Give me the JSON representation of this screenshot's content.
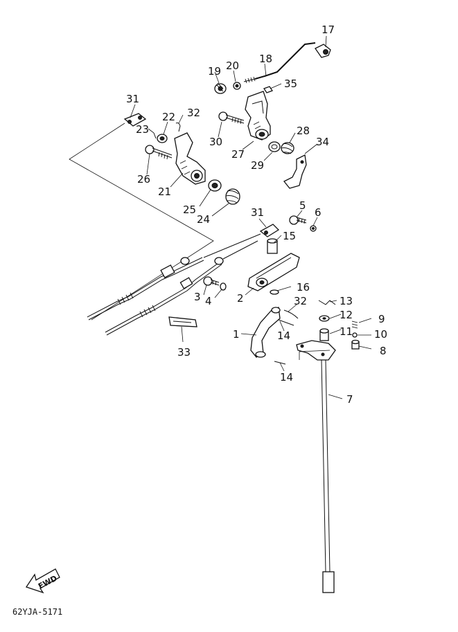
{
  "diagram": {
    "part_labels": {
      "p1": "1",
      "p2": "2",
      "p3": "3",
      "p4": "4",
      "p5": "5",
      "p6": "6",
      "p7": "7",
      "p8": "8",
      "p9": "9",
      "p10": "10",
      "p11": "11",
      "p12": "12",
      "p13": "13",
      "p14a": "14",
      "p14b": "14",
      "p15": "15",
      "p16": "16",
      "p17": "17",
      "p18": "18",
      "p19": "19",
      "p20": "20",
      "p21": "21",
      "p22": "22",
      "p23": "23",
      "p24": "24",
      "p25": "25",
      "p26": "26",
      "p27": "27",
      "p28": "28",
      "p29": "29",
      "p30": "30",
      "p31a": "31",
      "p31b": "31",
      "p32a": "32",
      "p32b": "32",
      "p33": "33",
      "p34": "34",
      "p35": "35"
    },
    "fwd_badge": "FWD",
    "drawing_code": "62YJA-5171"
  }
}
